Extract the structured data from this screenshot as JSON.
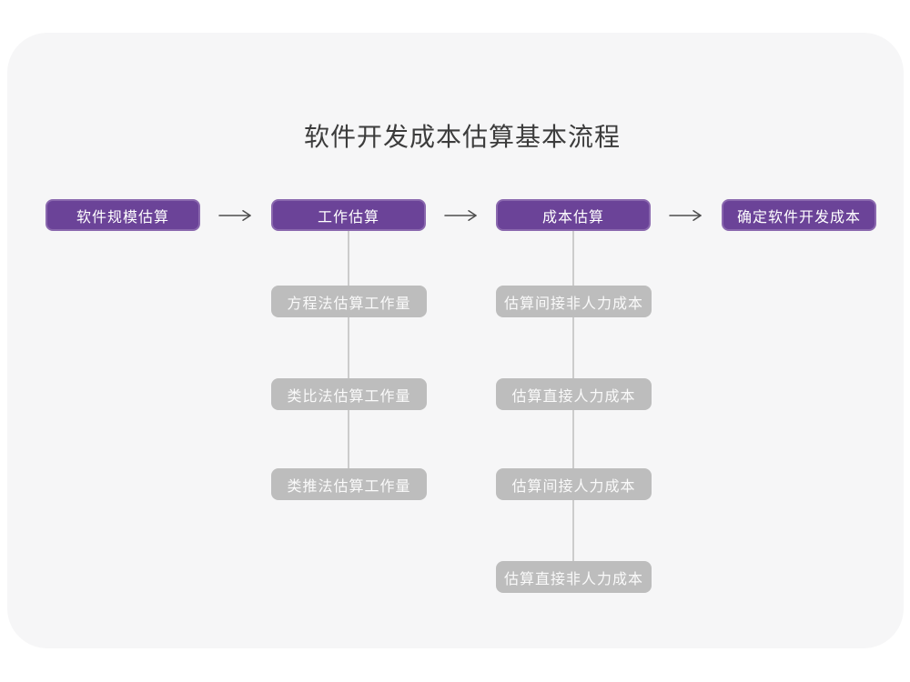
{
  "title": "软件开发成本估算基本流程",
  "colors": {
    "page_bg": "#ffffff",
    "canvas_bg": "#f6f6f7",
    "main_node_fill": "#6b4398",
    "main_node_border": "#8a68ae",
    "sub_node_fill": "#bdbdbd",
    "node_text": "#ffffff",
    "connector_line": "#cccccc",
    "arrow_color": "#4d4d4d",
    "title_color": "#3c3c3c"
  },
  "flow": {
    "main_steps": [
      {
        "label": "软件规模估算"
      },
      {
        "label": "工作估算"
      },
      {
        "label": "成本估算"
      },
      {
        "label": "确定软件开发成本"
      }
    ],
    "work_estimation_methods": [
      "方程法估算工作量",
      "类比法估算工作量",
      "类推法估算工作量"
    ],
    "cost_estimation_steps": [
      "估算间接非人力成本",
      "估算直接人力成本",
      "估算间接人力成本",
      "估算直接非人力成本"
    ]
  }
}
